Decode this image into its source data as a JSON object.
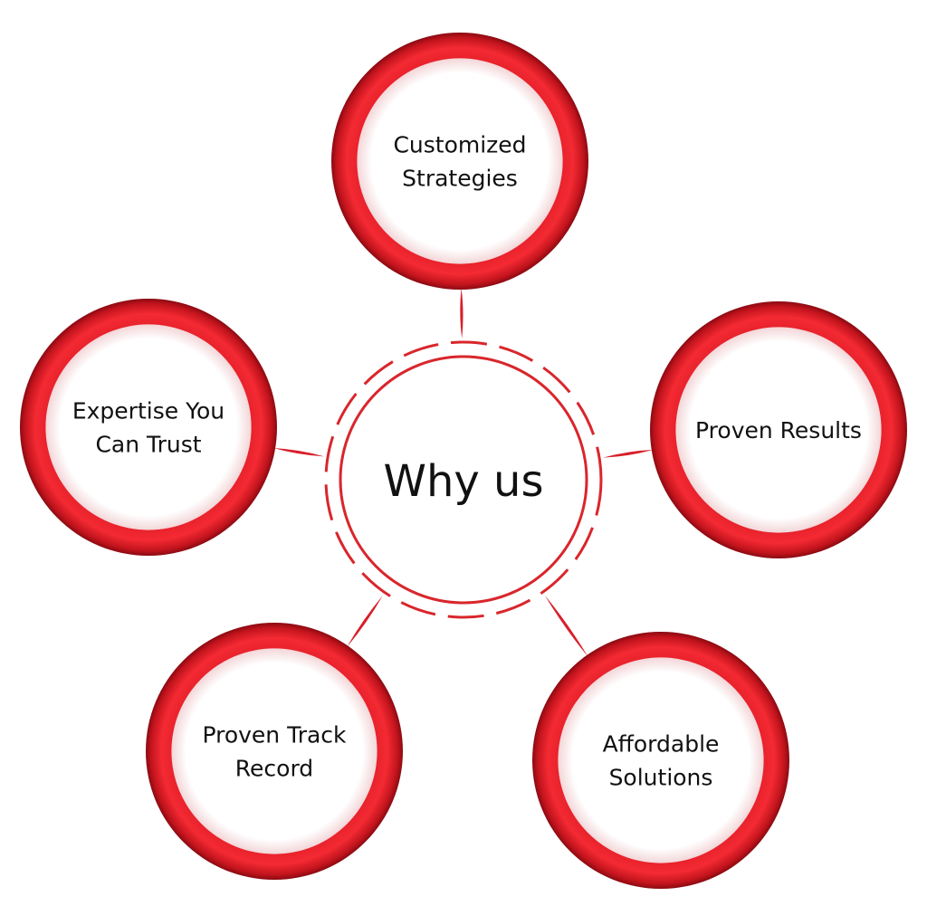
{
  "center": {
    "label": "Why us"
  },
  "nodes": [
    {
      "id": "customized-strategies",
      "lines": [
        "Customized",
        "Strategies"
      ]
    },
    {
      "id": "proven-results",
      "lines": [
        "Proven Results"
      ]
    },
    {
      "id": "affordable-solutions",
      "lines": [
        "Affordable",
        "Solutions"
      ]
    },
    {
      "id": "proven-track-record",
      "lines": [
        "Proven Track",
        "Record"
      ]
    },
    {
      "id": "expertise-you-can-trust",
      "lines": [
        "Expertise You",
        "Can Trust"
      ]
    }
  ],
  "colors": {
    "ring_light": "#f0262f",
    "ring_dark": "#8e0a12",
    "connector": "#d81f2a",
    "center_stroke": "#d9262c",
    "text": "#111111"
  }
}
